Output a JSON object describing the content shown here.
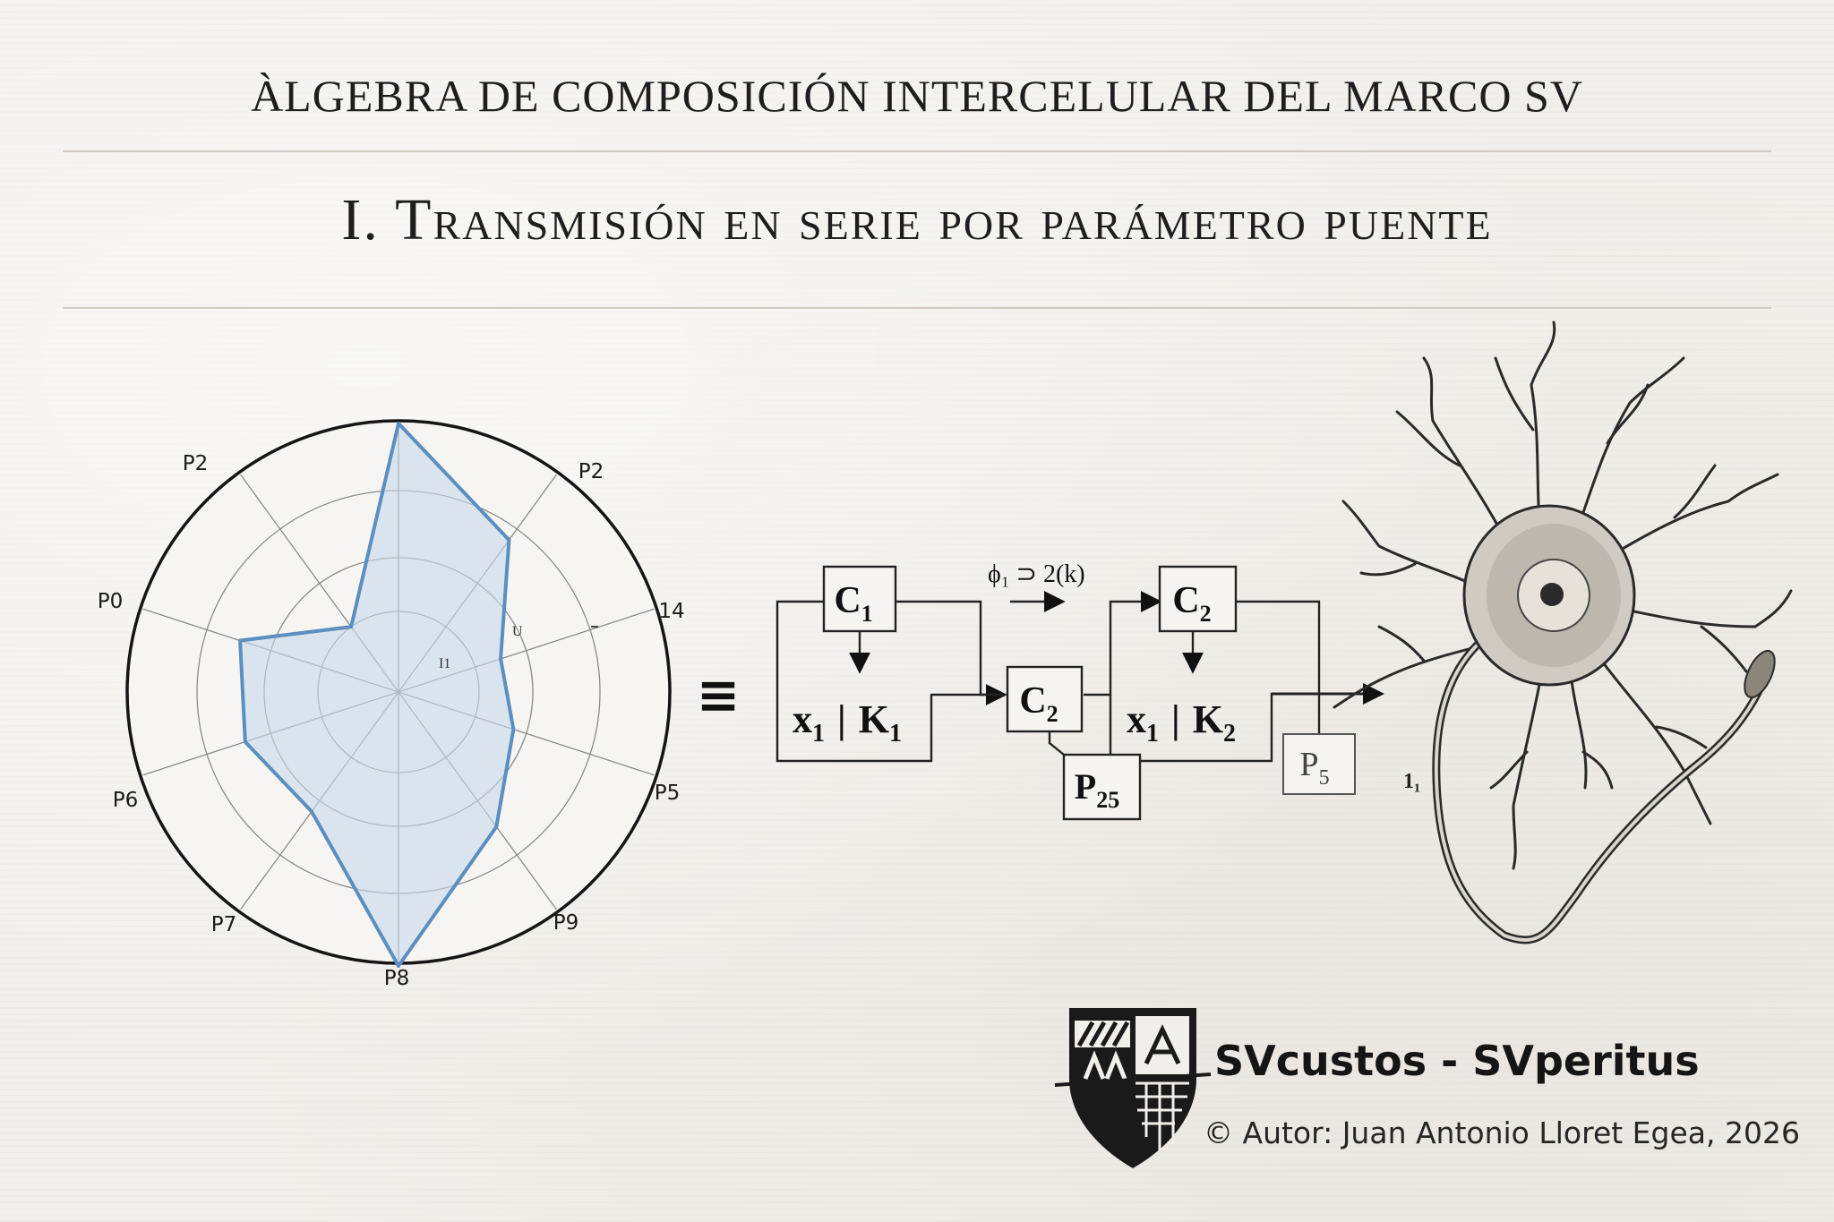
{
  "header": {
    "supertitle": "ÀLGEBRA DE COMPOSICIÓN INTERCELULAR DEL MARCO SV",
    "title": "I. Transmisión en serie por parámetro puente"
  },
  "radar": {
    "axis_labels": [
      "P2",
      "P2",
      "14",
      "P5",
      "P9",
      "P8",
      "P7",
      "P6",
      "P0"
    ],
    "inner_labels": [
      "U",
      "I1"
    ],
    "values": [
      1.0,
      0.7,
      0.4,
      0.45,
      0.62,
      1.02,
      0.55,
      0.6,
      0.62,
      0.3
    ],
    "fill_color": "#c5d8ec",
    "stroke_color": "#5b8fc0"
  },
  "equivalence": {
    "symbol": "≡"
  },
  "block_diagram": {
    "c1": {
      "main": "C",
      "sub": "1"
    },
    "c2_left": {
      "main": "C",
      "sub": "2"
    },
    "c2_top": {
      "main": "C",
      "sub": "2"
    },
    "x1k1": {
      "x": "x",
      "xsub": "1",
      "sep": "|",
      "k": "K",
      "ksub": "1"
    },
    "x1k2": {
      "x": "x",
      "xsub": "1",
      "sep": "|",
      "k": "K",
      "ksub": "2"
    },
    "p25": {
      "main": "P",
      "sub": "25"
    },
    "p5": {
      "main": "P",
      "sub": "5"
    },
    "phi_label": "ϕ₁ ⊃ 2(k)"
  },
  "neuron": {
    "label": "1₁"
  },
  "footer": {
    "brand": "SVcustos - SVperitus",
    "copyright": "© Autor: Juan Antonio Lloret Egea, 2026"
  }
}
